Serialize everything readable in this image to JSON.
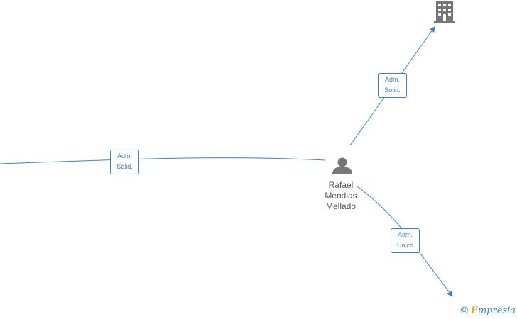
{
  "colors": {
    "edge": "#3a7fd5",
    "node_icon": "#777777"
  },
  "nodes": {
    "person": {
      "icon": "person-icon",
      "name_lines": [
        "Rafael",
        "Mendias",
        "Mellado"
      ]
    },
    "company": {
      "icon": "building-icon"
    }
  },
  "edges": [
    {
      "label_lines": [
        "Adm.",
        "Solid."
      ]
    },
    {
      "label_lines": [
        "Adm.",
        "Solid."
      ]
    },
    {
      "label_lines": [
        "Adm.",
        "Unico"
      ]
    }
  ],
  "watermark": {
    "symbol": "©",
    "e": "E",
    "text": "mpresia"
  }
}
